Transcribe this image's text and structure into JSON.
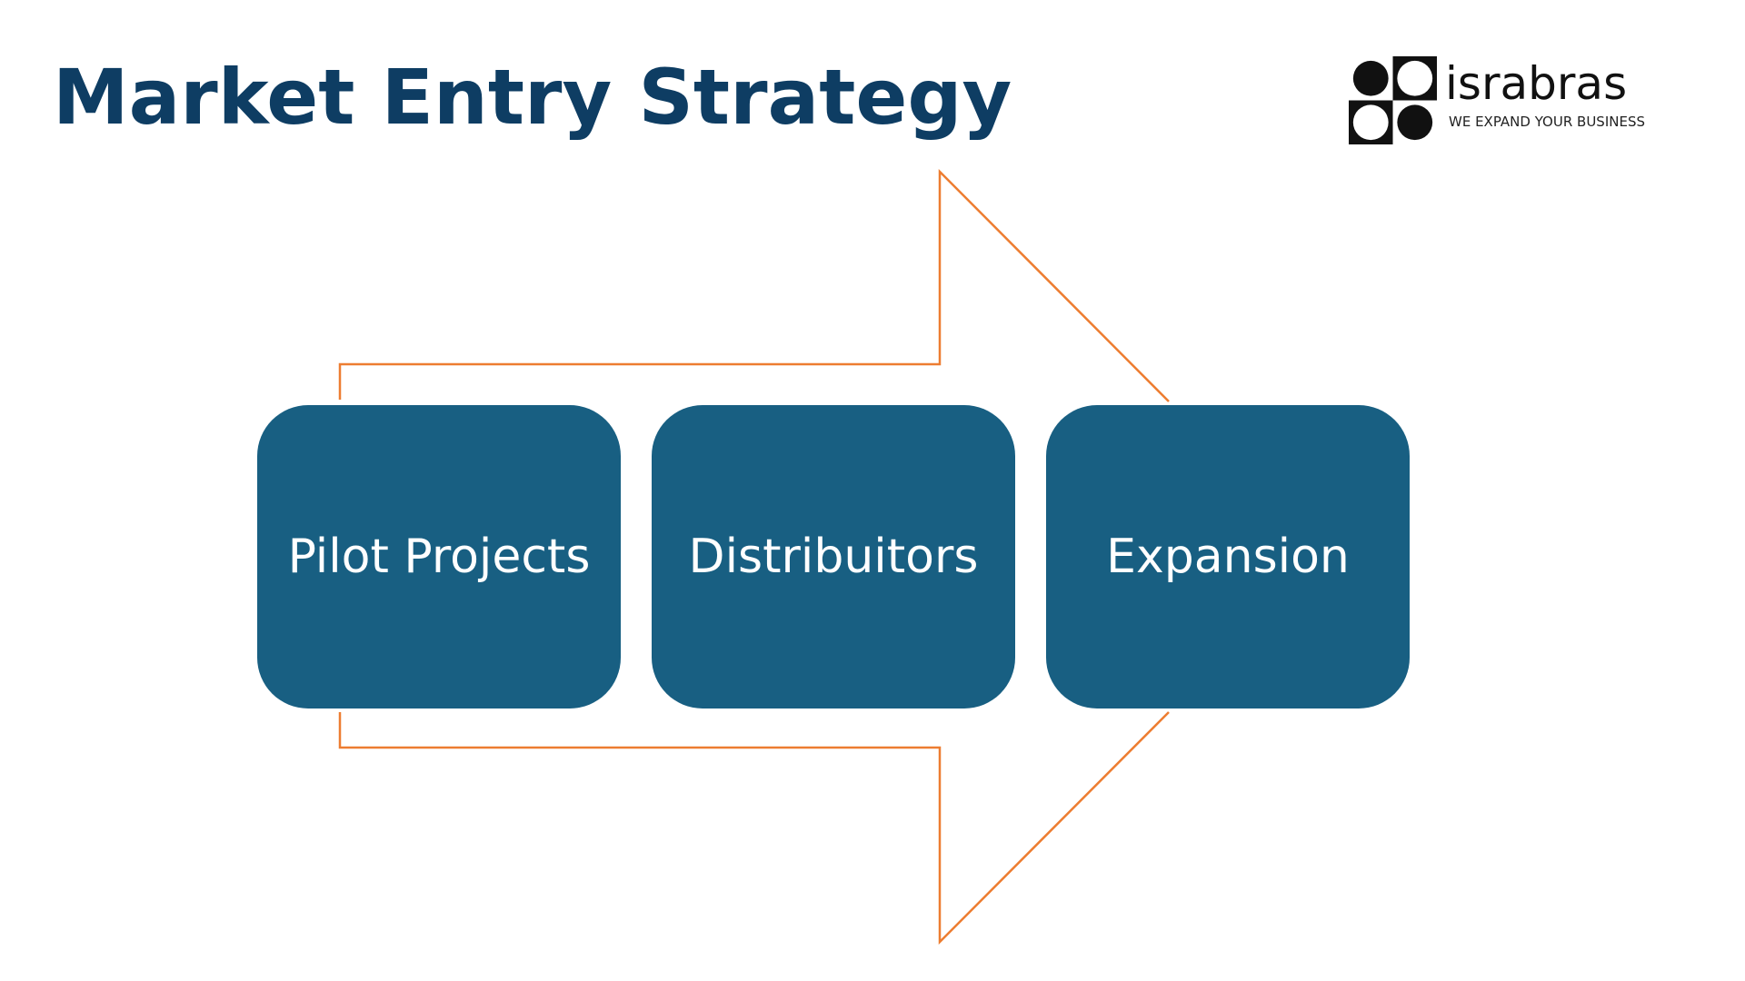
{
  "title": "Market Entry Strategy",
  "logo": {
    "name": "israbras",
    "tagline": "WE EXPAND YOUR BUSINESS"
  },
  "steps": [
    {
      "label": "Pilot Projects"
    },
    {
      "label": "Distribuitors"
    },
    {
      "label": "Expansion"
    }
  ],
  "colors": {
    "title": "#0e3d63",
    "box": "#185f82",
    "arrow_outline": "#ed7d31",
    "logo": "#111111"
  },
  "icons": {
    "logo_mark": "checker-circles-logo-icon",
    "arrow": "right-arrow-outline-icon"
  }
}
